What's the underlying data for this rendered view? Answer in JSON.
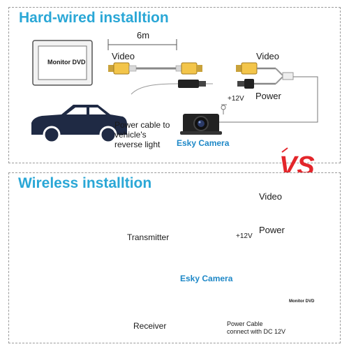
{
  "hardwired": {
    "title": "Hard-wired installtion",
    "distance": "6m",
    "video_left": "Video",
    "video_right": "Video",
    "monitor": "Monitor DVD",
    "power_cable_note": [
      "Power cable to",
      "vehicle's",
      "reverse light"
    ],
    "plus12v": "+12V",
    "power": "Power",
    "camera": "Esky Camera"
  },
  "vs": "VS",
  "wireless": {
    "title": "Wireless installtion",
    "video": "Video",
    "plus12v": "+12V",
    "power": "Power",
    "transmitter": "Transmitter",
    "camera": "Esky Camera",
    "receiver": "Receiver",
    "monitor": "Monitor DVD",
    "power_cable_note": [
      "Power Cable",
      "connect with DC 12V"
    ]
  },
  "colors": {
    "title_blue": "#2aa7d6",
    "vs_red": "#e3262b",
    "rca_yellow": "#f3c54a",
    "rca_red": "#e0322f",
    "car_navy": "#1f2a44"
  }
}
